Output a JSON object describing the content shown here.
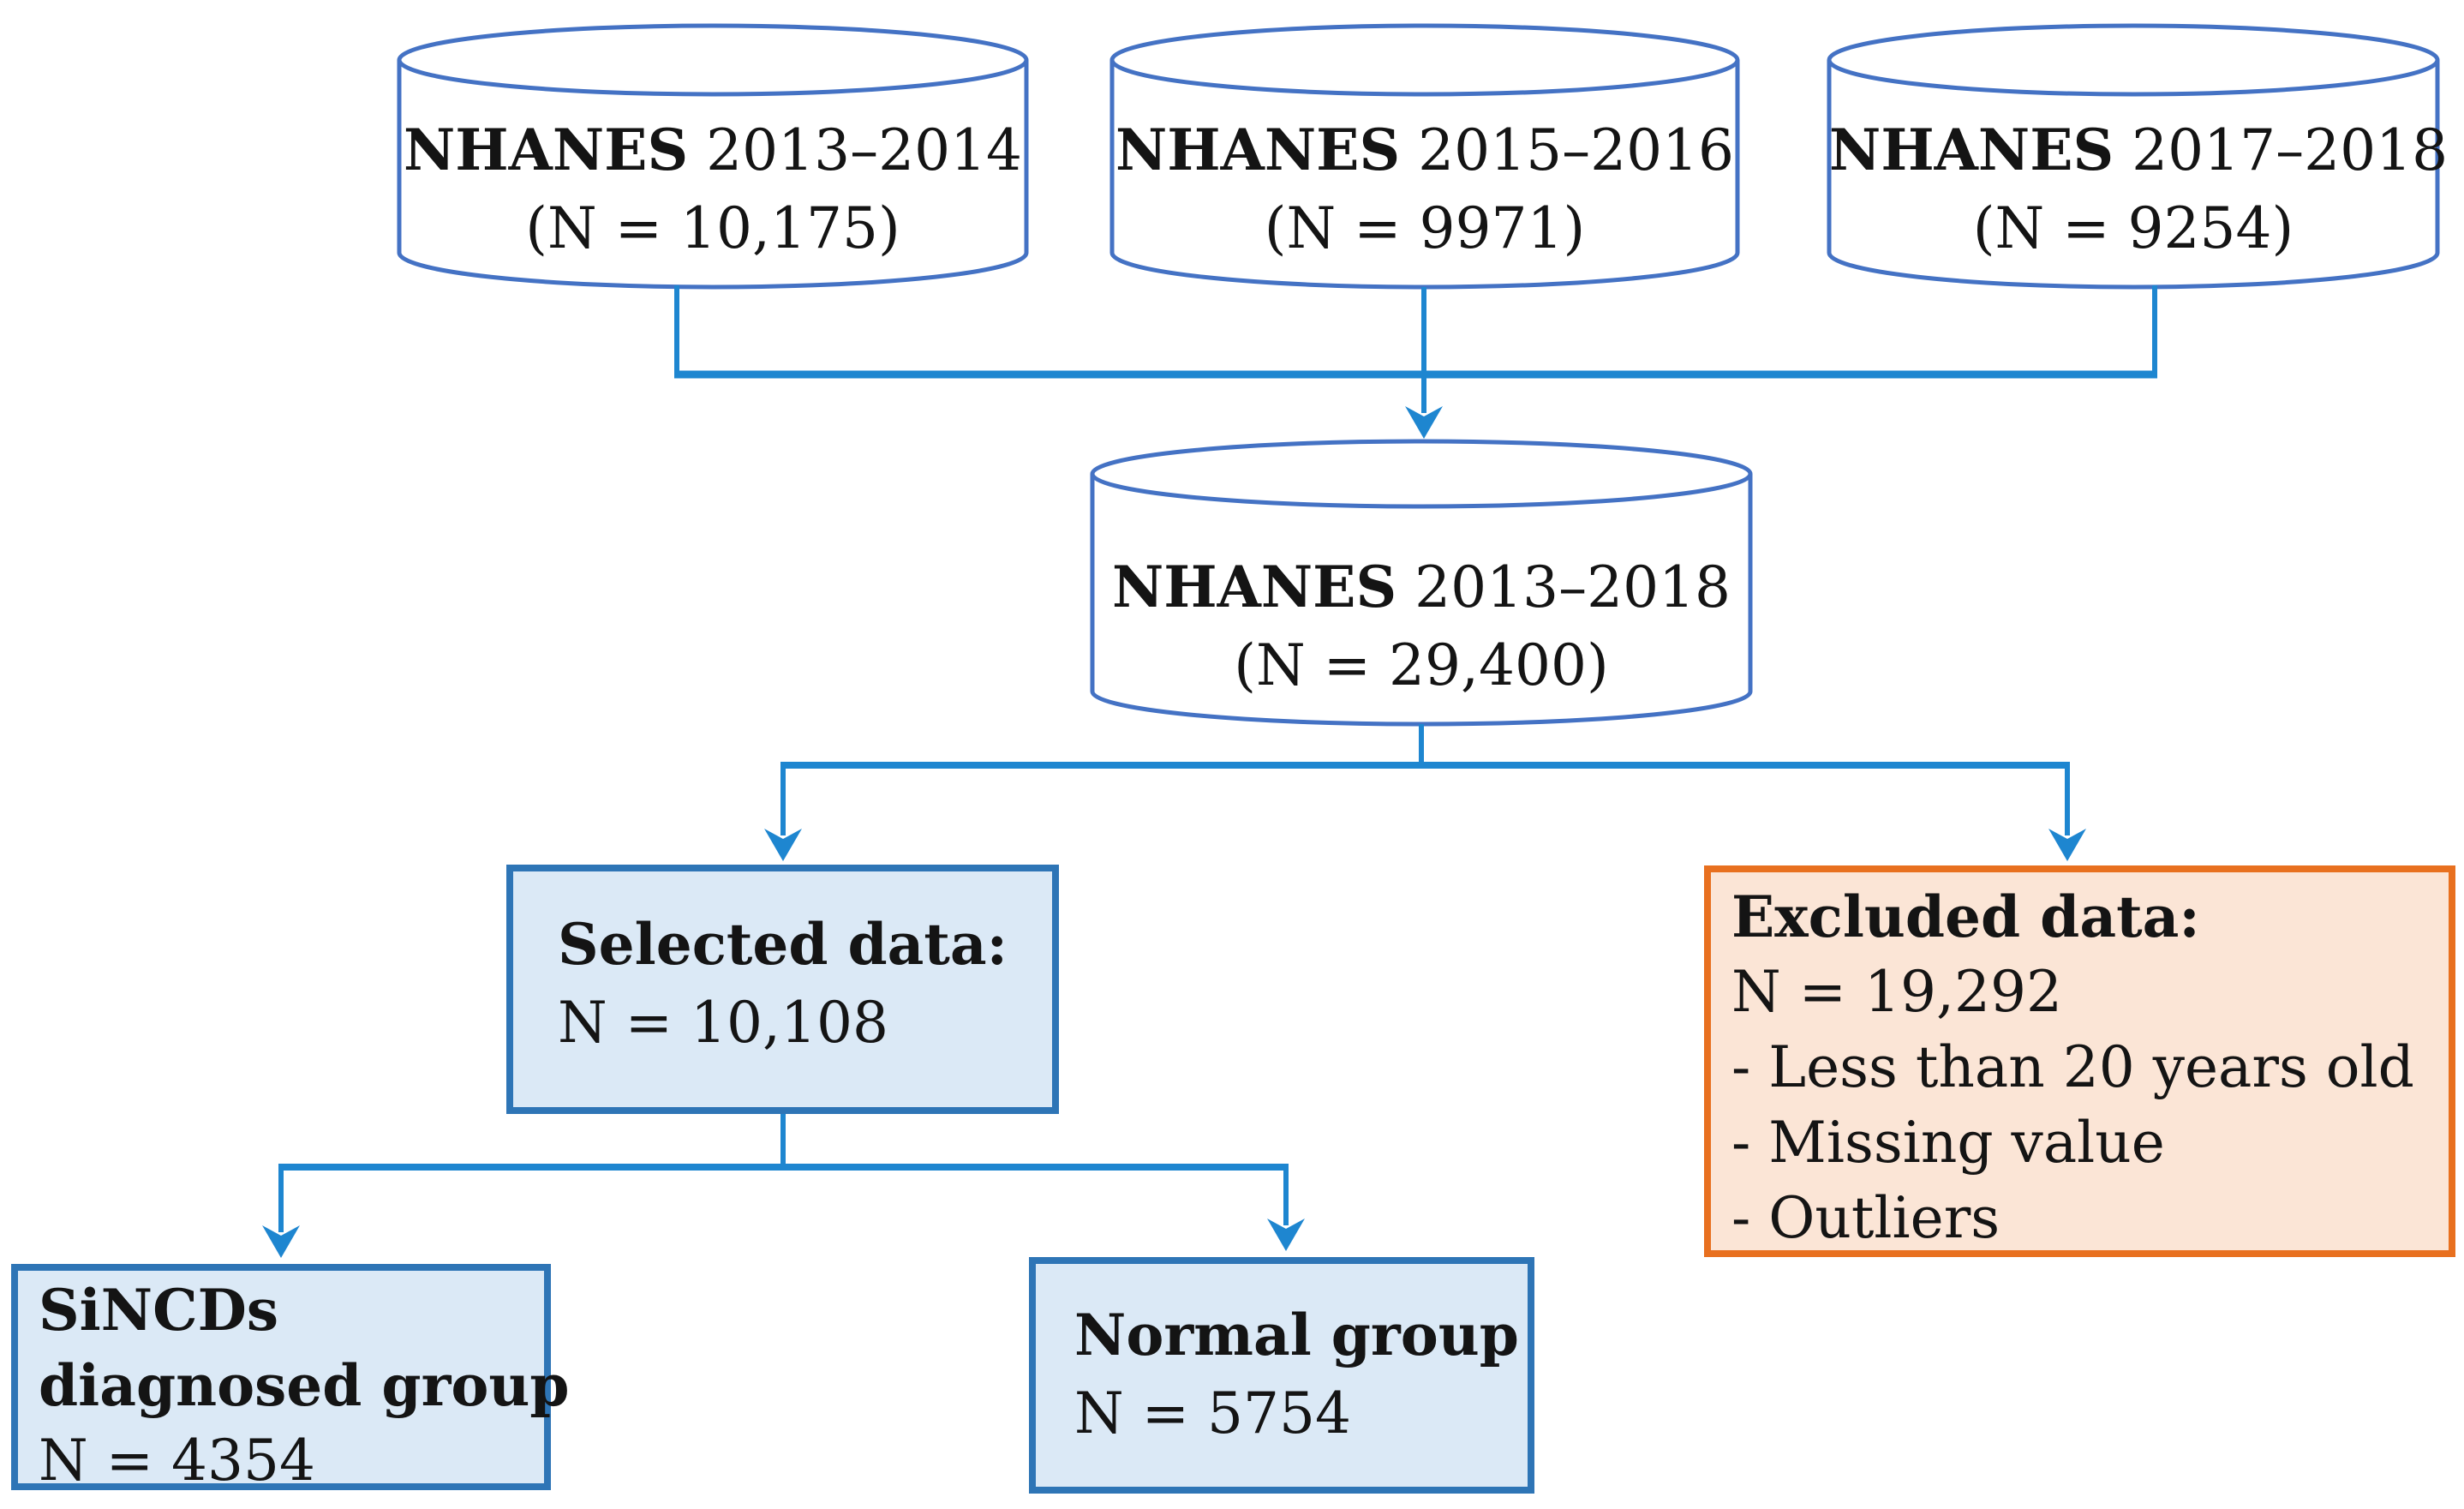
{
  "figure": {
    "type": "study-selection-flowchart",
    "colors": {
      "cylinder_stroke": "#4472c4",
      "connector_blue": "#1e86d0",
      "blue_box_border": "#2e75b6",
      "blue_box_fill": "#dbe9f6",
      "orange_box_border": "#e8701f",
      "orange_box_fill": "#fbe5d6",
      "text": "#141414"
    },
    "databases": [
      {
        "name_bold": "NHANES",
        "name_rest": " 2013–2014",
        "count": "(N = 10,175)"
      },
      {
        "name_bold": "NHANES",
        "name_rest": " 2015–2016",
        "count": "(N = 9971)"
      },
      {
        "name_bold": "NHANES",
        "name_rest": " 2017–2018",
        "count": "(N = 9254)"
      },
      {
        "name_bold": "NHANES",
        "name_rest": " 2013–2018",
        "count": "(N = 29,400)"
      }
    ],
    "boxes": {
      "selected": {
        "title": "Selected data:",
        "count": "N = 10,108"
      },
      "excluded": {
        "title": "Excluded data:",
        "count": "N = 19,292",
        "reasons": [
          "- Less than 20 years old",
          "- Missing value",
          "- Outliers"
        ]
      },
      "sincds": {
        "title_line1": "SiNCDs",
        "title_line2": "diagnosed group",
        "count": "N = 4354"
      },
      "normal": {
        "title": "Normal group",
        "count": "N = 5754"
      }
    }
  }
}
